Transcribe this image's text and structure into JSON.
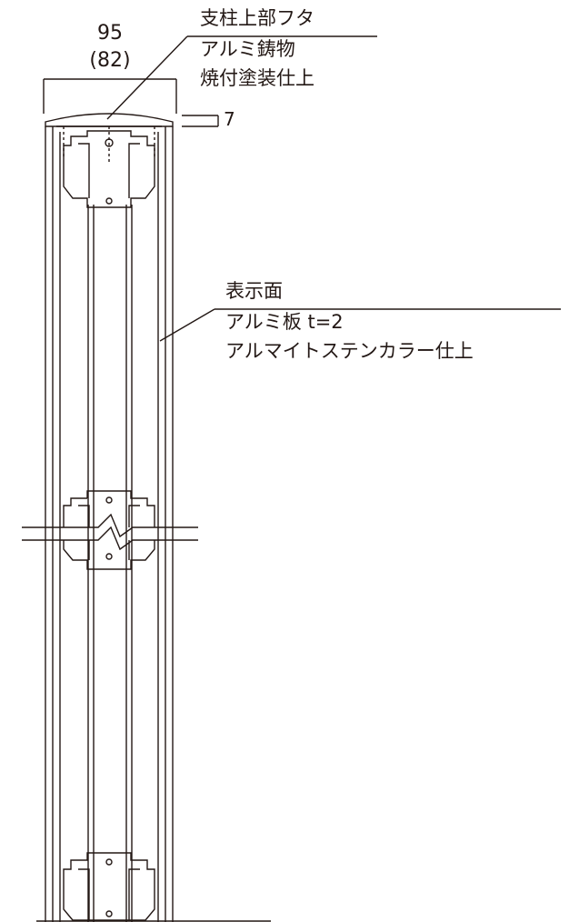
{
  "dimensions": {
    "width_value": "95",
    "width_alt_value": "(82)",
    "cap_thickness": "7"
  },
  "callouts": {
    "cap": {
      "lines": [
        "支柱上部フタ",
        "アルミ鋳物",
        "焼付塗装仕上"
      ]
    },
    "face": {
      "lines": [
        "表示面",
        "アルミ板 t=2",
        "アルマイトステンカラー仕上"
      ]
    }
  },
  "colors": {
    "line": "#231815",
    "background": "#ffffff"
  }
}
